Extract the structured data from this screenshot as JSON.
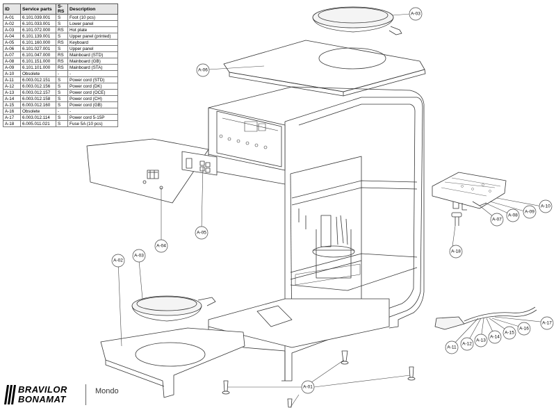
{
  "table": {
    "headers": [
      "ID",
      "Service parts",
      "S-RS",
      "Description"
    ],
    "rows": [
      [
        "A-01",
        "6.101.039.001",
        "S",
        "Foot (10 pcs)"
      ],
      [
        "A-02",
        "6.101.033.001",
        "S",
        "Lower panel"
      ],
      [
        "A-03",
        "6.101.072.000",
        "RS",
        "Hot plate"
      ],
      [
        "A-04",
        "6.101.139.001",
        "S",
        "Upper panel (printed)"
      ],
      [
        "A-05",
        "6.101.160.000",
        "RS",
        "Keyboard"
      ],
      [
        "A-06",
        "6.101.027.001",
        "S",
        "Upper panel"
      ],
      [
        "A-07",
        "6.101.047.000",
        "RS",
        "Mainboard (STD)"
      ],
      [
        "A-08",
        "6.101.151.000",
        "RS",
        "Mainboard (GB)"
      ],
      [
        "A-09",
        "6.101.101.000",
        "RS",
        "Mainboard (STA)"
      ],
      [
        "A-10",
        "Obsolete",
        "-",
        "-"
      ],
      [
        "A-11",
        "6.003.012.151",
        "S",
        "Power cord (STD)"
      ],
      [
        "A-12",
        "6.003.012.156",
        "S",
        "Power cord (DK)"
      ],
      [
        "A-13",
        "6.003.012.157",
        "S",
        "Power cord (OCE)"
      ],
      [
        "A-14",
        "6.003.012.158",
        "S",
        "Power cord (CH)"
      ],
      [
        "A-15",
        "6.003.012.160",
        "S",
        "Power cord (GB)"
      ],
      [
        "A-16",
        "Obsolete",
        "-",
        "-"
      ],
      [
        "A-17",
        "6.003.012.114",
        "S",
        "Power cord 5-15P"
      ],
      [
        "A-18",
        "6.005.011.021",
        "S",
        "Fuse 5A (10 pcs)"
      ]
    ]
  },
  "callouts": {
    "a01": "A-01",
    "a02": "A-02",
    "a03_top": "A-03",
    "a03_bottom": "A-03",
    "a04": "A-04",
    "a05": "A-05",
    "a06": "A-06",
    "a07": "A-07",
    "a08": "A-08",
    "a09": "A-09",
    "a10": "A-10",
    "a11": "A-11",
    "a12": "A-12",
    "a13": "A-13",
    "a14": "A-14",
    "a15": "A-15",
    "a16": "A-16",
    "a17": "A-17",
    "a18": "A-18"
  },
  "brand": {
    "line1": "BRAVILOR",
    "line2": "BONAMAT",
    "model": "Mondo"
  },
  "colors": {
    "line": "#333333",
    "callout_border": "#444444"
  }
}
